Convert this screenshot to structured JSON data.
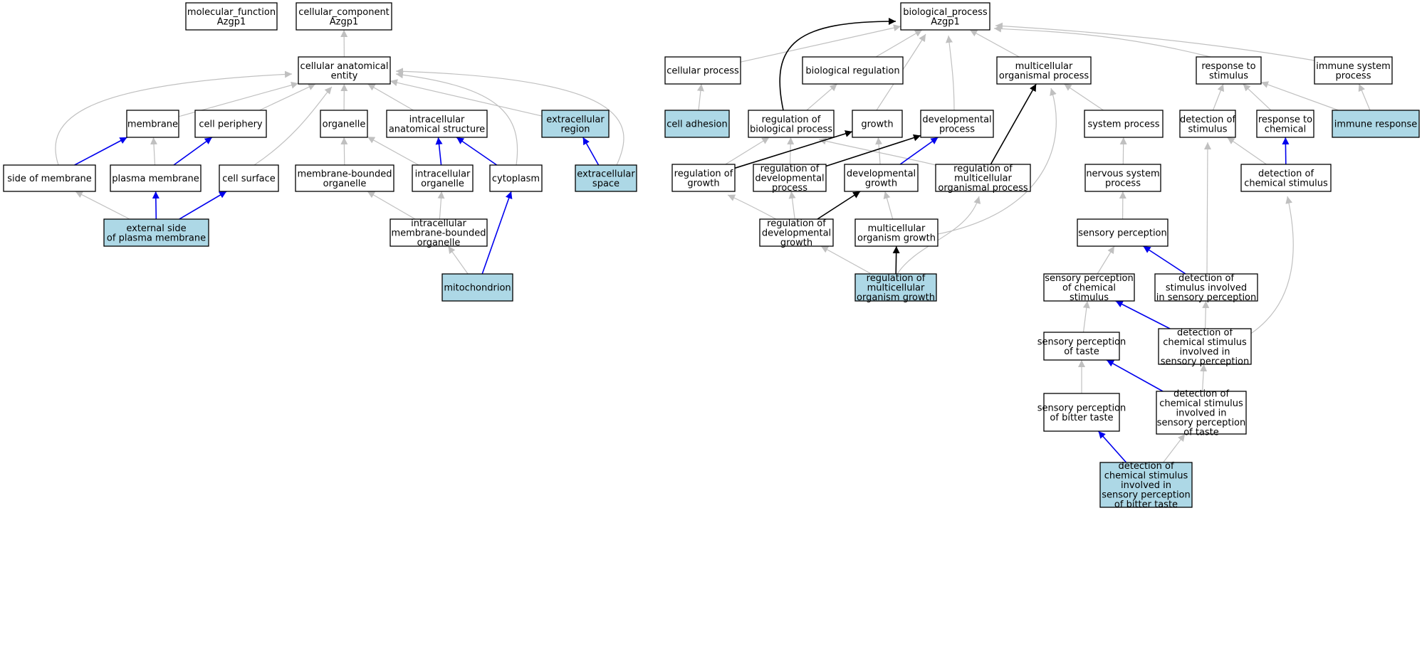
{
  "colors": {
    "node_fill": "#ffffff",
    "highlight_fill": "#add8e6",
    "node_border": "#000000",
    "edge_is_a": "#c0c0c0",
    "edge_part_of": "#0000ee",
    "edge_regulates": "#000000"
  },
  "nodes": [
    {
      "id": "mf",
      "lines": [
        "molecular_function",
        "Azgp1"
      ],
      "highlight": false
    },
    {
      "id": "cc",
      "lines": [
        "cellular_component",
        "Azgp1"
      ],
      "highlight": false
    },
    {
      "id": "cae",
      "lines": [
        "cellular anatomical",
        "entity"
      ],
      "highlight": false
    },
    {
      "id": "membrane",
      "lines": [
        "membrane"
      ],
      "highlight": false
    },
    {
      "id": "cellperiph",
      "lines": [
        "cell periphery"
      ],
      "highlight": false
    },
    {
      "id": "organelle",
      "lines": [
        "organelle"
      ],
      "highlight": false
    },
    {
      "id": "ias",
      "lines": [
        "intracellular",
        "anatomical structure"
      ],
      "highlight": false
    },
    {
      "id": "extreg",
      "lines": [
        "extracellular",
        "region"
      ],
      "highlight": true
    },
    {
      "id": "sidemem",
      "lines": [
        "side of membrane"
      ],
      "highlight": false
    },
    {
      "id": "plasmamem",
      "lines": [
        "plasma membrane"
      ],
      "highlight": false
    },
    {
      "id": "cellsurf",
      "lines": [
        "cell surface"
      ],
      "highlight": false
    },
    {
      "id": "mbo",
      "lines": [
        "membrane-bounded",
        "organelle"
      ],
      "highlight": false
    },
    {
      "id": "intorg",
      "lines": [
        "intracellular",
        "organelle"
      ],
      "highlight": false
    },
    {
      "id": "cytoplasm",
      "lines": [
        "cytoplasm"
      ],
      "highlight": false
    },
    {
      "id": "extspace",
      "lines": [
        "extracellular",
        "space"
      ],
      "highlight": true
    },
    {
      "id": "extside",
      "lines": [
        "external side",
        "of plasma membrane"
      ],
      "highlight": true
    },
    {
      "id": "imbo",
      "lines": [
        "intracellular",
        "membrane-bounded",
        "organelle"
      ],
      "highlight": false
    },
    {
      "id": "mito",
      "lines": [
        "mitochondrion"
      ],
      "highlight": true
    },
    {
      "id": "bp",
      "lines": [
        "biological_process",
        "Azgp1"
      ],
      "highlight": false
    },
    {
      "id": "cellproc",
      "lines": [
        "cellular process"
      ],
      "highlight": false
    },
    {
      "id": "bioreg",
      "lines": [
        "biological regulation"
      ],
      "highlight": false
    },
    {
      "id": "mop",
      "lines": [
        "multicellular",
        "organismal process"
      ],
      "highlight": false
    },
    {
      "id": "rts",
      "lines": [
        "response to",
        "stimulus"
      ],
      "highlight": false
    },
    {
      "id": "isp",
      "lines": [
        "immune system",
        "process"
      ],
      "highlight": false
    },
    {
      "id": "celladh",
      "lines": [
        "cell adhesion"
      ],
      "highlight": true
    },
    {
      "id": "regbp",
      "lines": [
        "regulation of",
        "biological process"
      ],
      "highlight": false
    },
    {
      "id": "growth",
      "lines": [
        "growth"
      ],
      "highlight": false
    },
    {
      "id": "devproc",
      "lines": [
        "developmental",
        "process"
      ],
      "highlight": false
    },
    {
      "id": "sysproc",
      "lines": [
        "system process"
      ],
      "highlight": false
    },
    {
      "id": "detstim",
      "lines": [
        "detection of",
        "stimulus"
      ],
      "highlight": false
    },
    {
      "id": "rtchem",
      "lines": [
        "response to",
        "chemical"
      ],
      "highlight": false
    },
    {
      "id": "immresp",
      "lines": [
        "immune response"
      ],
      "highlight": true
    },
    {
      "id": "reggrowth",
      "lines": [
        "regulation of",
        "growth"
      ],
      "highlight": false
    },
    {
      "id": "regdevproc",
      "lines": [
        "regulation of",
        "developmental",
        "process"
      ],
      "highlight": false
    },
    {
      "id": "devgrowth",
      "lines": [
        "developmental",
        "growth"
      ],
      "highlight": false
    },
    {
      "id": "regmop",
      "lines": [
        "regulation of",
        "multicellular",
        "organismal process"
      ],
      "highlight": false
    },
    {
      "id": "nsp",
      "lines": [
        "nervous system",
        "process"
      ],
      "highlight": false
    },
    {
      "id": "detchem",
      "lines": [
        "detection of",
        "chemical stimulus"
      ],
      "highlight": false
    },
    {
      "id": "regdevgrowth",
      "lines": [
        "regulation of",
        "developmental",
        "growth"
      ],
      "highlight": false
    },
    {
      "id": "mogrowth",
      "lines": [
        "multicellular",
        "organism growth"
      ],
      "highlight": false
    },
    {
      "id": "sensperc",
      "lines": [
        "sensory perception"
      ],
      "highlight": false
    },
    {
      "id": "regmogrowth",
      "lines": [
        "regulation of",
        "multicellular",
        "organism growth"
      ],
      "highlight": true
    },
    {
      "id": "spcs",
      "lines": [
        "sensory perception",
        "of chemical",
        "stimulus"
      ],
      "highlight": false
    },
    {
      "id": "dsisp",
      "lines": [
        "detection of",
        "stimulus involved",
        "in sensory perception"
      ],
      "highlight": false
    },
    {
      "id": "spt",
      "lines": [
        "sensory perception",
        "of taste"
      ],
      "highlight": false
    },
    {
      "id": "dcsisp",
      "lines": [
        "detection of",
        "chemical stimulus",
        "involved in",
        "sensory perception"
      ],
      "highlight": false
    },
    {
      "id": "spbt",
      "lines": [
        "sensory perception",
        "of bitter taste"
      ],
      "highlight": false
    },
    {
      "id": "dcsispt",
      "lines": [
        "detection of",
        "chemical stimulus",
        "involved in",
        "sensory perception",
        "of taste"
      ],
      "highlight": false
    },
    {
      "id": "dcsispbt",
      "lines": [
        "detection of",
        "chemical stimulus",
        "involved in",
        "sensory perception",
        "of bitter taste"
      ],
      "highlight": true
    }
  ],
  "edges": [
    {
      "from": "cae",
      "to": "cc",
      "type": "is_a"
    },
    {
      "from": "membrane",
      "to": "cae",
      "type": "is_a"
    },
    {
      "from": "cellperiph",
      "to": "cae",
      "type": "is_a"
    },
    {
      "from": "organelle",
      "to": "cae",
      "type": "is_a"
    },
    {
      "from": "ias",
      "to": "cae",
      "type": "is_a"
    },
    {
      "from": "extreg",
      "to": "cae",
      "type": "is_a"
    },
    {
      "from": "sidemem",
      "to": "cae",
      "type": "is_a"
    },
    {
      "from": "cellsurf",
      "to": "cae",
      "type": "is_a"
    },
    {
      "from": "cytoplasm",
      "to": "cae",
      "type": "is_a"
    },
    {
      "from": "extspace",
      "to": "cae",
      "type": "is_a"
    },
    {
      "from": "sidemem",
      "to": "membrane",
      "type": "part_of"
    },
    {
      "from": "plasmamem",
      "to": "membrane",
      "type": "is_a"
    },
    {
      "from": "plasmamem",
      "to": "cellperiph",
      "type": "part_of"
    },
    {
      "from": "mbo",
      "to": "organelle",
      "type": "is_a"
    },
    {
      "from": "intorg",
      "to": "organelle",
      "type": "is_a"
    },
    {
      "from": "intorg",
      "to": "ias",
      "type": "part_of"
    },
    {
      "from": "cytoplasm",
      "to": "ias",
      "type": "part_of"
    },
    {
      "from": "extspace",
      "to": "extreg",
      "type": "part_of"
    },
    {
      "from": "extside",
      "to": "sidemem",
      "type": "is_a"
    },
    {
      "from": "extside",
      "to": "plasmamem",
      "type": "part_of"
    },
    {
      "from": "extside",
      "to": "cellsurf",
      "type": "part_of"
    },
    {
      "from": "imbo",
      "to": "mbo",
      "type": "is_a"
    },
    {
      "from": "imbo",
      "to": "intorg",
      "type": "is_a"
    },
    {
      "from": "mito",
      "to": "imbo",
      "type": "is_a"
    },
    {
      "from": "mito",
      "to": "cytoplasm",
      "type": "part_of"
    },
    {
      "from": "cellproc",
      "to": "bp",
      "type": "is_a"
    },
    {
      "from": "bioreg",
      "to": "bp",
      "type": "is_a"
    },
    {
      "from": "mop",
      "to": "bp",
      "type": "is_a"
    },
    {
      "from": "rts",
      "to": "bp",
      "type": "is_a"
    },
    {
      "from": "isp",
      "to": "bp",
      "type": "is_a"
    },
    {
      "from": "growth",
      "to": "bp",
      "type": "is_a"
    },
    {
      "from": "devproc",
      "to": "bp",
      "type": "is_a"
    },
    {
      "from": "regbp",
      "to": "bp",
      "type": "regulates"
    },
    {
      "from": "celladh",
      "to": "cellproc",
      "type": "is_a"
    },
    {
      "from": "regbp",
      "to": "bioreg",
      "type": "is_a"
    },
    {
      "from": "reggrowth",
      "to": "regbp",
      "type": "is_a"
    },
    {
      "from": "regdevproc",
      "to": "regbp",
      "type": "is_a"
    },
    {
      "from": "regmop",
      "to": "regbp",
      "type": "is_a"
    },
    {
      "from": "reggrowth",
      "to": "growth",
      "type": "regulates"
    },
    {
      "from": "devgrowth",
      "to": "growth",
      "type": "is_a"
    },
    {
      "from": "regdevproc",
      "to": "devproc",
      "type": "regulates"
    },
    {
      "from": "devgrowth",
      "to": "devproc",
      "type": "part_of"
    },
    {
      "from": "regmop",
      "to": "mop",
      "type": "regulates"
    },
    {
      "from": "sysproc",
      "to": "mop",
      "type": "is_a"
    },
    {
      "from": "mogrowth",
      "to": "mop",
      "type": "is_a"
    },
    {
      "from": "detstim",
      "to": "rts",
      "type": "is_a"
    },
    {
      "from": "rtchem",
      "to": "rts",
      "type": "is_a"
    },
    {
      "from": "immresp",
      "to": "rts",
      "type": "is_a"
    },
    {
      "from": "immresp",
      "to": "isp",
      "type": "is_a"
    },
    {
      "from": "nsp",
      "to": "sysproc",
      "type": "is_a"
    },
    {
      "from": "detchem",
      "to": "detstim",
      "type": "is_a"
    },
    {
      "from": "detchem",
      "to": "rtchem",
      "type": "part_of"
    },
    {
      "from": "regdevgrowth",
      "to": "reggrowth",
      "type": "is_a"
    },
    {
      "from": "regdevgrowth",
      "to": "regdevproc",
      "type": "is_a"
    },
    {
      "from": "regdevgrowth",
      "to": "devgrowth",
      "type": "regulates"
    },
    {
      "from": "mogrowth",
      "to": "devgrowth",
      "type": "is_a"
    },
    {
      "from": "regmogrowth",
      "to": "regdevgrowth",
      "type": "is_a"
    },
    {
      "from": "regmogrowth",
      "to": "mogrowth",
      "type": "regulates"
    },
    {
      "from": "regmogrowth",
      "to": "regmop",
      "type": "is_a"
    },
    {
      "from": "sensperc",
      "to": "nsp",
      "type": "is_a"
    },
    {
      "from": "spcs",
      "to": "sensperc",
      "type": "is_a"
    },
    {
      "from": "dsisp",
      "to": "sensperc",
      "type": "part_of"
    },
    {
      "from": "dsisp",
      "to": "detstim",
      "type": "is_a"
    },
    {
      "from": "spt",
      "to": "spcs",
      "type": "is_a"
    },
    {
      "from": "dcsisp",
      "to": "spcs",
      "type": "part_of"
    },
    {
      "from": "dcsisp",
      "to": "dsisp",
      "type": "is_a"
    },
    {
      "from": "dcsisp",
      "to": "detchem",
      "type": "is_a"
    },
    {
      "from": "spbt",
      "to": "spt",
      "type": "is_a"
    },
    {
      "from": "dcsispt",
      "to": "spt",
      "type": "part_of"
    },
    {
      "from": "dcsispt",
      "to": "dcsisp",
      "type": "is_a"
    },
    {
      "from": "dcsispbt",
      "to": "spbt",
      "type": "part_of"
    },
    {
      "from": "dcsispbt",
      "to": "dcsispt",
      "type": "is_a"
    }
  ]
}
